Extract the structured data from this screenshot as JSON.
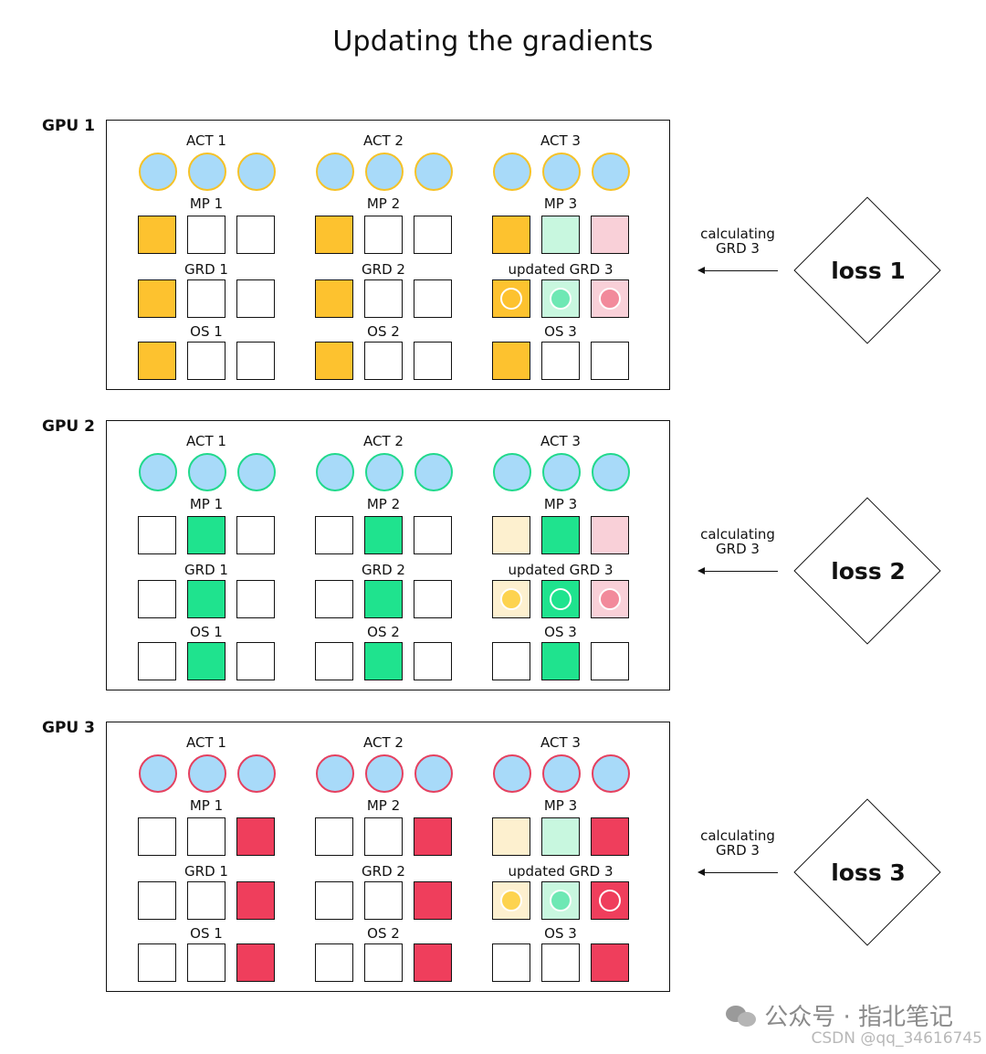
{
  "title": "Updating the gradients",
  "colors": {
    "act_fill": "#a8daf9",
    "gpu1": "#fdc22f",
    "gpu1_light": "#fdf0cf",
    "gpu1_dot": "#fdd34f",
    "gpu2": "#1fe38e",
    "gpu2_light": "#c8f7df",
    "gpu2_dot": "#6ee8b4",
    "gpu3": "#ef3e5c",
    "gpu3_light": "#f9d0d8",
    "gpu3_dot": "#f28a9b",
    "gpu1_ring": "#f5c228",
    "gpu2_ring": "#21d98c",
    "gpu3_ring": "#e5405f"
  },
  "calc_text_line1": "calculating",
  "calc_text_line2": "GRD 3",
  "gpus": [
    {
      "label": "GPU 1",
      "loss": "loss 1",
      "groups": [
        {
          "act": "ACT 1",
          "mp": "MP 1",
          "grd": "GRD 1",
          "os": "OS 1"
        },
        {
          "act": "ACT 2",
          "mp": "MP 2",
          "grd": "GRD 2",
          "os": "OS 2"
        },
        {
          "act": "ACT 3",
          "mp": "MP 3",
          "grd": "updated GRD 3",
          "os": "OS 3"
        }
      ]
    },
    {
      "label": "GPU 2",
      "loss": "loss 2",
      "groups": [
        {
          "act": "ACT 1",
          "mp": "MP 1",
          "grd": "GRD 1",
          "os": "OS 1"
        },
        {
          "act": "ACT 2",
          "mp": "MP 2",
          "grd": "GRD 2",
          "os": "OS 2"
        },
        {
          "act": "ACT 3",
          "mp": "MP 3",
          "grd": "updated GRD 3",
          "os": "OS 3"
        }
      ]
    },
    {
      "label": "GPU 3",
      "loss": "loss 3",
      "groups": [
        {
          "act": "ACT 1",
          "mp": "MP 1",
          "grd": "GRD 1",
          "os": "OS 1"
        },
        {
          "act": "ACT 2",
          "mp": "MP 2",
          "grd": "GRD 2",
          "os": "OS 2"
        },
        {
          "act": "ACT 3",
          "mp": "MP 3",
          "grd": "updated GRD 3",
          "os": "OS 3"
        }
      ]
    }
  ],
  "watermark": "公众号 · 指北笔记",
  "csdn_watermark": "CSDN @qq_34616745"
}
